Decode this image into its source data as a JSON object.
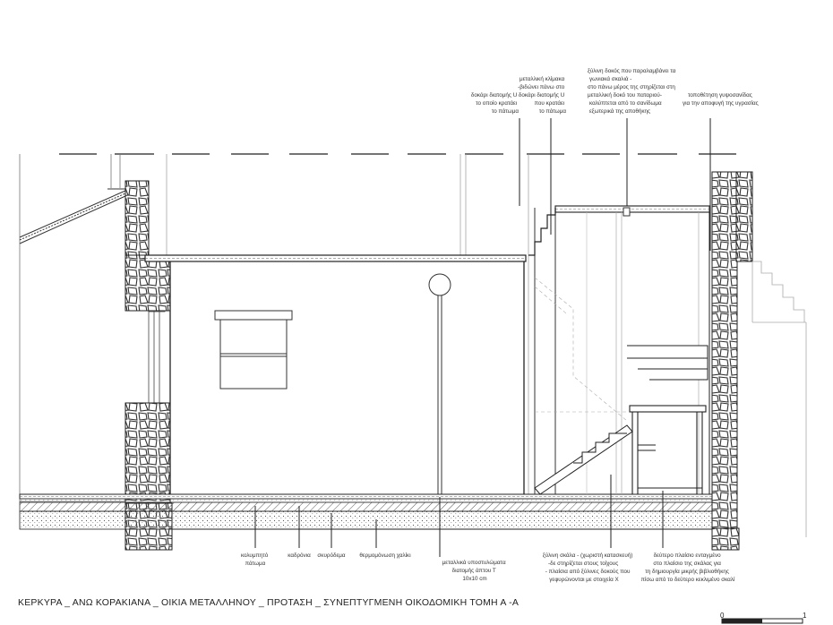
{
  "title": "ΚΕΡΚΥΡΑ _ ΑΝΩ ΚΟΡΑΚΙΑΝΑ _ ΟΙΚΙΑ ΜΕΤΑΛΛΗΝΟΥ _ ΠΡΟΤΑΣΗ _ ΣΥΝΕΠΤΥΓΜΕΝΗ ΟΙΚΟΔΟΜΙΚΗ ΤΟΜΗ Α -Α",
  "scale": {
    "start": "0",
    "end": "1"
  },
  "annotations_top": [
    {
      "id": "u-beam",
      "lines": [
        "δοκάρι διατομής U",
        "το οποίο κρατάει",
        "το πάτωμα"
      ]
    },
    {
      "id": "metal-stair",
      "lines": [
        "μεταλλική κλίμακα",
        "-βιδώνει πάνω στο",
        "δοκάρι διατομής U",
        "που κρατάει",
        "το πάτωμα"
      ]
    },
    {
      "id": "wood-beam",
      "lines": [
        "ξύλινη δοκός που παραλαμβάνει τα",
        "γωνιακά σκαλιά -",
        "στο πάνω μέρος της στηρίζεται στη",
        "μεταλλική δοκό του παταριού-",
        "καλύπτεται από το σανίδωμα",
        "εξωτερικά της αποθήκης"
      ]
    },
    {
      "id": "gypsum",
      "lines": [
        "τοποθέτηση γυψοσανίδας",
        "για την αποφυγή της υγρασίας"
      ]
    }
  ],
  "annotations_bottom": [
    {
      "id": "pebble",
      "lines": [
        "κολυμπητό",
        "πάτωμα"
      ]
    },
    {
      "id": "kadronia",
      "lines": [
        "καδρόνια"
      ]
    },
    {
      "id": "skirodema",
      "lines": [
        "σκυρόδεμα"
      ]
    },
    {
      "id": "insulation",
      "lines": [
        "θερμομόνωση χαλίκι"
      ]
    },
    {
      "id": "metal-posts",
      "lines": [
        "μεταλλικά υποστυλώματα",
        "διατομής άπτου Τ",
        "10x10 cm"
      ]
    },
    {
      "id": "wood-stair",
      "lines": [
        "ξύλινη σκάλα - (χωριστή κατασκευή)",
        "-δε στηρίζεται στους τοίχους",
        "- πλαίσια από ξύλινες δοκούς που",
        "γεφυρώνονται με στοιχεία Χ"
      ]
    },
    {
      "id": "second-frame",
      "lines": [
        "δεύτερο πλαίσιο ενταγμένο",
        "στο πλαίσιο της σκάλας για",
        "τη δημιουργία μικρής βιβλιοθήκης",
        "πίσω από το δεύτερο κεκλιμένο σκαλί"
      ]
    }
  ]
}
